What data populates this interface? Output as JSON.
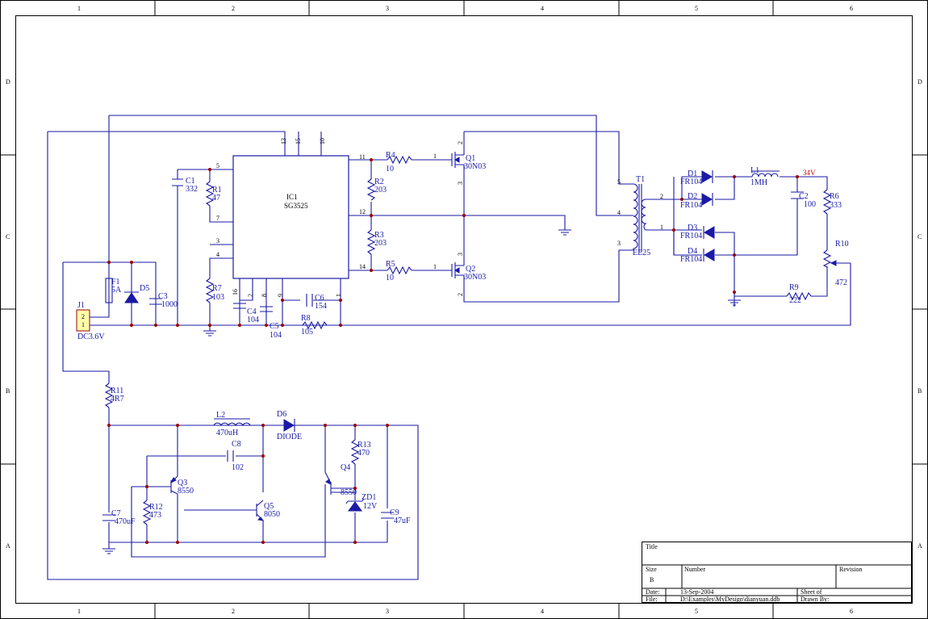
{
  "frame": {
    "col_labels": [
      "1",
      "2",
      "3",
      "4",
      "5",
      "6"
    ],
    "row_labels": [
      "D",
      "C",
      "B",
      "A"
    ]
  },
  "parts": {
    "ic1": {
      "ref": "IC1",
      "value": "SG3525",
      "pins": [
        "5",
        "7",
        "3",
        "4",
        "16",
        "2",
        "8",
        "9",
        "1",
        "11",
        "12",
        "14",
        "13",
        "15",
        "10"
      ]
    },
    "c1": {
      "ref": "C1",
      "value": "332"
    },
    "r1": {
      "ref": "R1",
      "value": "47"
    },
    "r2": {
      "ref": "R2",
      "value": "203"
    },
    "r3": {
      "ref": "R3",
      "value": "203"
    },
    "r4": {
      "ref": "R4",
      "value": "10"
    },
    "r5": {
      "ref": "R5",
      "value": "10"
    },
    "r6": {
      "ref": "R6",
      "value": "333"
    },
    "r7": {
      "ref": "R7",
      "value": "103"
    },
    "r8": {
      "ref": "R8",
      "value": "105"
    },
    "r9": {
      "ref": "R9",
      "value": "222"
    },
    "r10": {
      "ref": "R10",
      "value": "472"
    },
    "r11": {
      "ref": "R11",
      "value": "4R7"
    },
    "r12": {
      "ref": "R12",
      "value": "473"
    },
    "r13": {
      "ref": "R13",
      "value": "470"
    },
    "q1": {
      "ref": "Q1",
      "value": "30N03",
      "pins": [
        "2",
        "1",
        "3"
      ]
    },
    "q2": {
      "ref": "Q2",
      "value": "30N03",
      "pins": [
        "3",
        "1",
        "2"
      ]
    },
    "q3": {
      "ref": "Q3",
      "value": "8550"
    },
    "q4": {
      "ref": "Q4",
      "value": "8550"
    },
    "q5": {
      "ref": "Q5",
      "value": "8050"
    },
    "t1": {
      "ref": "T1",
      "value": "EE25",
      "pins": [
        "5",
        "4",
        "3",
        "2",
        "1"
      ]
    },
    "d1": {
      "ref": "D1",
      "value": "FR104"
    },
    "d2": {
      "ref": "D2",
      "value": "FR104"
    },
    "d3": {
      "ref": "D3",
      "value": "FR104"
    },
    "d4": {
      "ref": "D4",
      "value": "FR104"
    },
    "d5": {
      "ref": "D5"
    },
    "d6": {
      "ref": "D6",
      "value": "DIODE"
    },
    "zd1": {
      "ref": "ZD1",
      "value": "12V"
    },
    "l1": {
      "ref": "L1",
      "value": "1MH"
    },
    "l2": {
      "ref": "L2",
      "value": "470uH"
    },
    "c2": {
      "ref": "C2",
      "value": "100"
    },
    "c3": {
      "ref": "C3",
      "value": "1000"
    },
    "c4": {
      "ref": "C4",
      "value": "104"
    },
    "c5": {
      "ref": "C5",
      "value": "104"
    },
    "c6": {
      "ref": "C6",
      "value": "154"
    },
    "c7": {
      "ref": "C7",
      "value": "470uF"
    },
    "c8": {
      "ref": "C8",
      "value": "102"
    },
    "c9": {
      "ref": "C9",
      "value": "47uF"
    },
    "f1": {
      "ref": "F1",
      "value": "5A"
    },
    "j1": {
      "ref": "J1",
      "value": "DC3.6V",
      "pins": [
        "2",
        "1"
      ]
    }
  },
  "net_labels": {
    "out_voltage": "34V"
  },
  "title_block": {
    "title_label": "Title",
    "size_label": "Size",
    "size_value": "B",
    "number_label": "Number",
    "revision_label": "Revision",
    "date_label": "Date:",
    "date_value": "13-Sep-2004",
    "file_label": "File:",
    "file_value": "D:\\Examples\\MyDesign\\dianyuan.ddb",
    "sheet_label": "Sheet   of",
    "drawn_label": "Drawn By:"
  }
}
